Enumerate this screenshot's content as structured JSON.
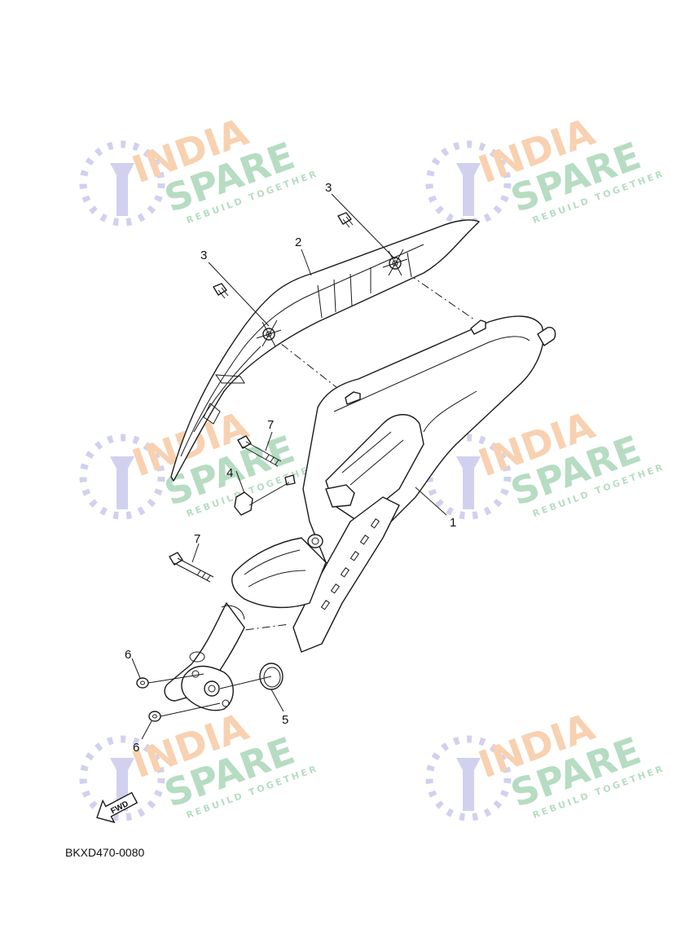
{
  "watermark": {
    "line1": "INDIA",
    "line2": "SPARE",
    "tagline": "REBUILD TOGETHER",
    "colors": {
      "orange": "#f7c9a3",
      "green": "#a9d6b8",
      "blue": "#c9c9ec"
    }
  },
  "callouts": {
    "part1": "1",
    "part2": "2",
    "part3a": "3",
    "part3b": "3",
    "part4": "4",
    "part5": "5",
    "part6a": "6",
    "part6b": "6",
    "part7a": "7",
    "part7b": "7"
  },
  "fwd_label": "FWD",
  "diagram_code": "BKXD470-0080"
}
